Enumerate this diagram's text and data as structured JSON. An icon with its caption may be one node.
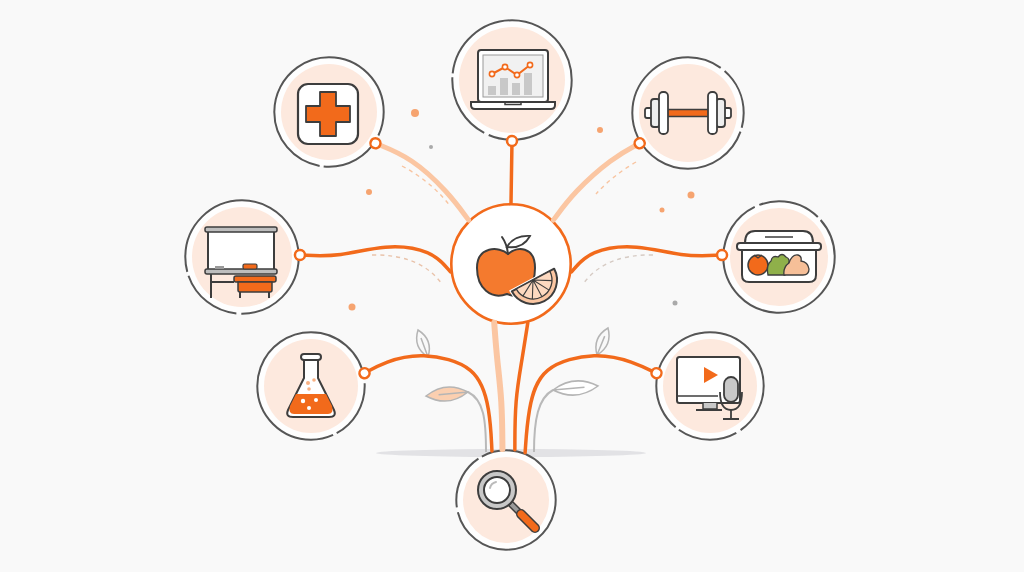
{
  "diagram": {
    "nodes": [
      {
        "text": [],
        "shape": "circle"
      },
      {
        "text": [],
        "shape": "circle"
      },
      {
        "text": [],
        "shape": "circle"
      },
      {
        "text": [],
        "shape": "circle"
      },
      {
        "text": [],
        "shape": "circle"
      },
      {
        "text": [],
        "shape": "circle"
      },
      {
        "text": [],
        "shape": "circle"
      },
      {
        "text": [],
        "shape": "circle"
      },
      {
        "text": [],
        "shape": "circle"
      }
    ],
    "edges": [
      {
        "from": 4,
        "to": 0,
        "arrow": "other"
      },
      {
        "from": 4,
        "to": 1,
        "arrow": "other",
        "color": "#fbc6a2"
      },
      {
        "from": 4,
        "to": 2,
        "arrow": "other",
        "color": "#fbc6a2"
      },
      {
        "from": 4,
        "to": 3,
        "arrow": "other"
      },
      {
        "from": 4,
        "to": 5,
        "arrow": "other"
      },
      {
        "from": 8,
        "to": 6,
        "arrow": "other"
      },
      {
        "from": 8,
        "to": 7,
        "arrow": "other"
      },
      {
        "from": 4,
        "to": 8,
        "arrow": "none",
        "color": "#fbc6a2"
      },
      {
        "from": 4,
        "to": 8,
        "arrow": "none"
      }
    ]
  }
}
